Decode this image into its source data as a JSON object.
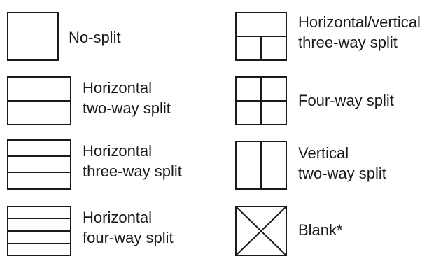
{
  "legend": {
    "items": [
      {
        "key": "no-split",
        "lines": [
          "No-split"
        ]
      },
      {
        "key": "horizontal-two-way",
        "lines": [
          "Horizontal",
          "two-way split"
        ]
      },
      {
        "key": "horizontal-three-way",
        "lines": [
          "Horizontal",
          "three-way split"
        ]
      },
      {
        "key": "horizontal-four-way",
        "lines": [
          "Horizontal",
          "four-way split"
        ]
      },
      {
        "key": "horizontal-vertical-three-way",
        "lines": [
          "Horizontal/vertical",
          "three-way split"
        ]
      },
      {
        "key": "four-way",
        "lines": [
          "Four-way split"
        ]
      },
      {
        "key": "vertical-two-way",
        "lines": [
          "Vertical",
          "two-way split"
        ]
      },
      {
        "key": "blank",
        "lines": [
          "Blank*"
        ]
      }
    ]
  }
}
